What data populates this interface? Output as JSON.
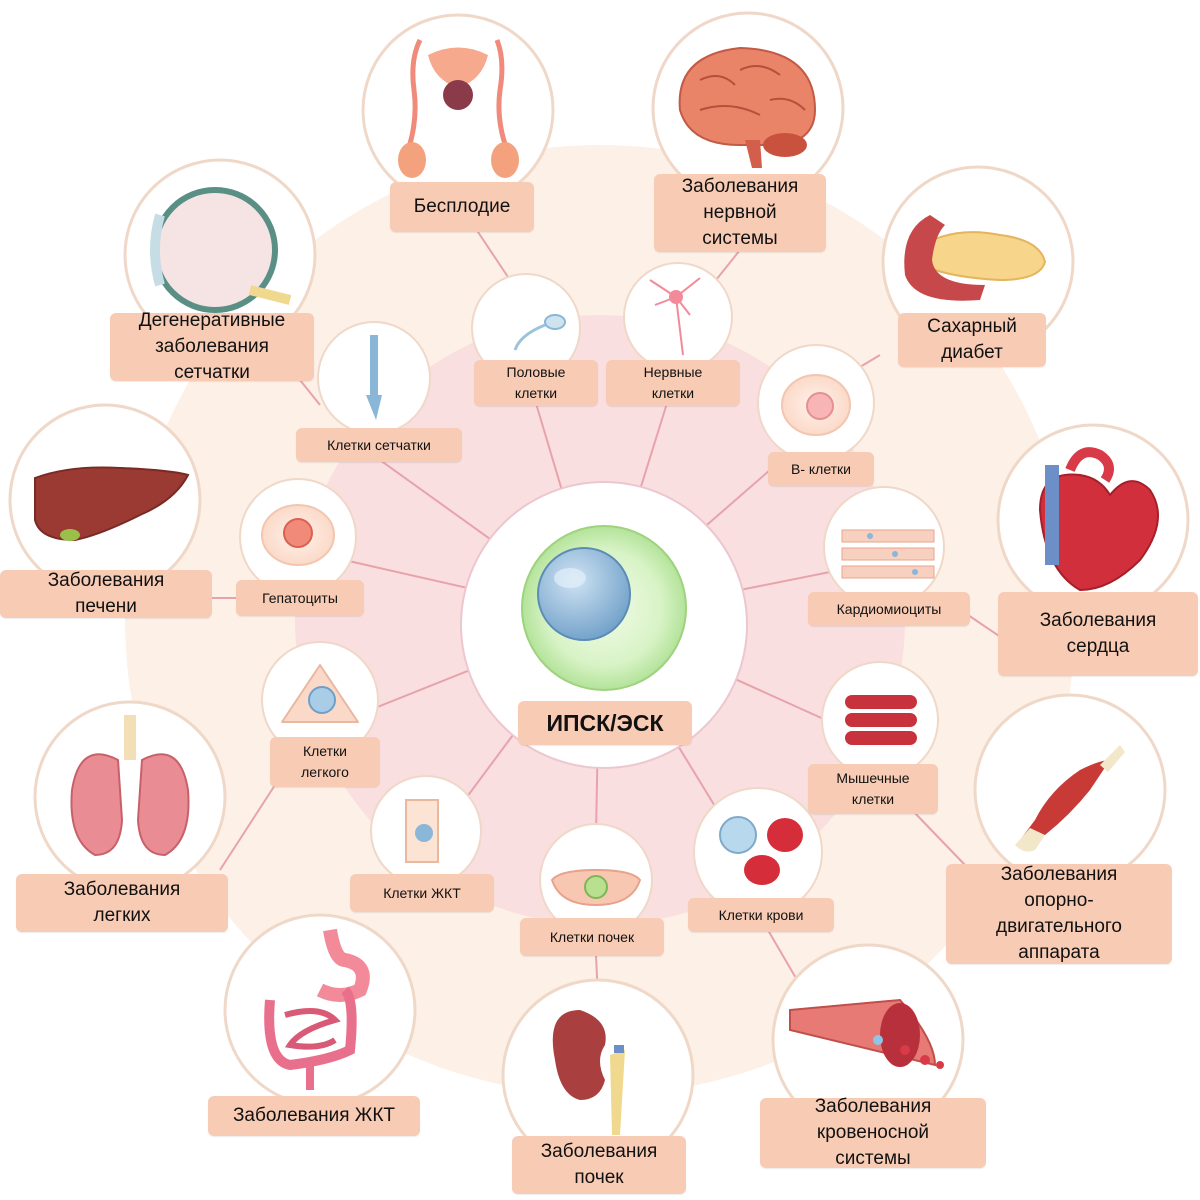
{
  "center": {
    "label": "ИПСК/ЭСК"
  },
  "cell_types": {
    "germ": "Половые\nклетки",
    "neural": "Нервные\nклетки",
    "beta": "B- клетки",
    "cardio": "Кардиомиоциты",
    "muscle": "Мышечные\nклетки",
    "blood": "Клетки крови",
    "kidney": "Клетки почек",
    "gi": "Клетки ЖКТ",
    "lung": "Клетки\nлегкого",
    "hepato": "Гепатоциты",
    "retina": "Клетки сетчатки"
  },
  "diseases": {
    "infertility": "Бесплодие",
    "nervous": "Заболевания\nнервной\nсистемы",
    "diabetes": "Сахарный\nдиабет",
    "heart": "Заболевания\nсердца",
    "musculoskeletal": "Заболевания\nопорно-\nдвигательного\nаппарата",
    "circulatory": "Заболевания\nкровеносной\nсистемы",
    "kidney": "Заболевания\nпочек",
    "gi": "Заболевания ЖКТ",
    "lung": "Заболевания\nлегких",
    "liver": "Заболевания\nпечени",
    "retina": "Дегенеративные\nзаболевания\nсетчатки"
  },
  "colors": {
    "outer_ring": "#fdf0e6",
    "inner_ring": "#f9dfdf",
    "label_fill": "#f8cbb4",
    "connector": "#e7a3ab",
    "stem_cell": "#c8eeb4",
    "nucleus": "#8ab6d8"
  },
  "icons": {
    "infertility": "reproductive-organs-icon",
    "nervous": "brain-icon",
    "diabetes": "pancreas-icon",
    "heart": "heart-icon",
    "musculoskeletal": "muscle-icon",
    "circulatory": "blood-vessel-icon",
    "kidney": "kidney-icon",
    "gi": "digestive-tract-icon",
    "lung": "lungs-icon",
    "liver": "liver-icon",
    "retina": "eye-icon"
  }
}
